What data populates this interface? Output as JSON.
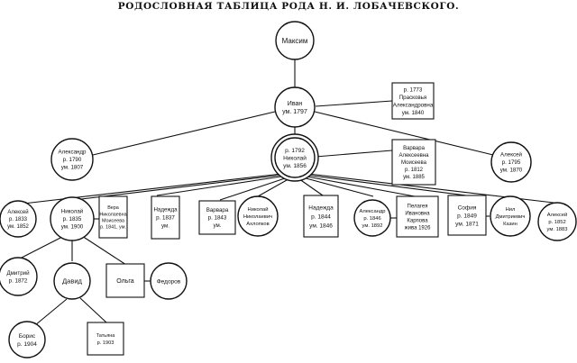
{
  "title": "РОДОСЛОВНАЯ ТАБЛИЦА РОДА Н. И. ЛОБАЧЕВСКОГО.",
  "people": {
    "maksim": [
      "Максим"
    ],
    "ivan": [
      "Иван",
      "ум. 1797"
    ],
    "praskovya": [
      "р. 1773",
      "Прасковья",
      "Александровна",
      "ум. 1840"
    ],
    "aleksandr_sr": [
      "Александр",
      "р. 1790",
      "ум. 1807"
    ],
    "nikolai_sr": [
      "р. 1792",
      "Николай",
      "ум. 1856"
    ],
    "varvara_moiseeva": [
      "Варвара",
      "Алексеевна",
      "Моисеева",
      "р. 1812",
      "ум. 1885"
    ],
    "aleksei_sr": [
      "Алексей",
      "р. 1795",
      "ум. 1870"
    ],
    "aleksei_jr": [
      "Алексей",
      "р. 1833",
      "ум. 1852"
    ],
    "nikolai_jr": [
      "Николай",
      "р. 1835",
      "ум. 1900"
    ],
    "vera": [
      "Вера",
      "Николаевна",
      "Моисеева",
      "р. 1841, ум."
    ],
    "nadezhda_1837": [
      "Надежда",
      "р. 1837",
      "ум."
    ],
    "varvara_1843": [
      "Варвара",
      "р. 1843",
      "ум."
    ],
    "nikolai_akhlopkov": [
      "Николай",
      "Николаевич",
      "Ахлопков"
    ],
    "nadezhda_1844": [
      "Надежда",
      "р. 1844",
      "ум. 1846"
    ],
    "aleksandr_jr": [
      "Александр",
      "р. 1846",
      "ум. 1892"
    ],
    "pelageya": [
      "Пелагея",
      "Ивановна",
      "Карпова",
      "жива 1926"
    ],
    "sofia": [
      "София",
      "р. 1849",
      "ум. 1871"
    ],
    "nil": [
      "Нил",
      "Дмитриевич",
      "Казин"
    ],
    "aleksei_1852": [
      "Алексей",
      "р. 1852",
      "ум. 1883"
    ],
    "dmitrii": [
      "Дмитрий",
      "р. 1872"
    ],
    "david": [
      "Давид"
    ],
    "olga": [
      "Ольга"
    ],
    "fedorov": [
      "Федоров"
    ],
    "boris": [
      "Борис",
      "р. 1904"
    ],
    "tatyana": [
      "Татьяна",
      "р. 1903"
    ]
  }
}
